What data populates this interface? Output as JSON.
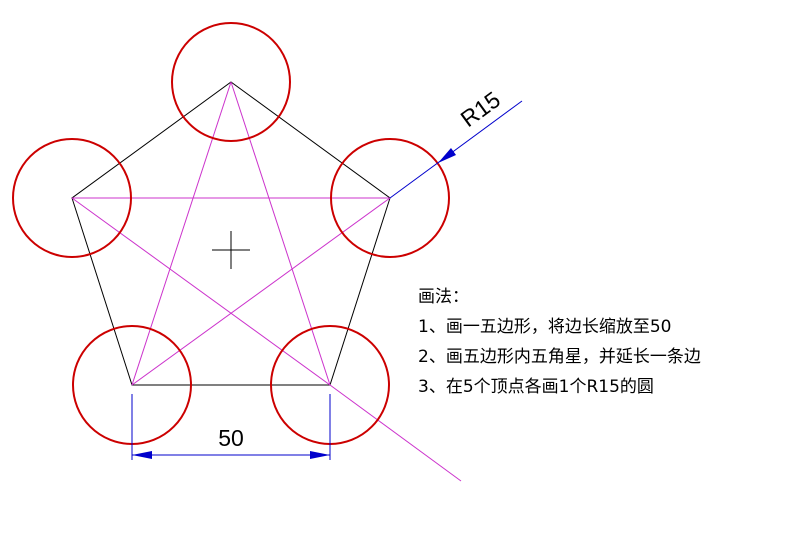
{
  "diagram": {
    "dimension_side": "50",
    "dimension_radius": "R15"
  },
  "notes": {
    "title": "画法：",
    "steps": [
      "1、画一五边形，将边长缩放至50",
      "2、画五边形内五角星，并延长一条边",
      "3、在5个顶点各画1个R15的圆"
    ]
  },
  "colors": {
    "pentagon": "#000000",
    "star": "#cc33cc",
    "circles": "#cc0000",
    "dimension": "#0000cc"
  }
}
